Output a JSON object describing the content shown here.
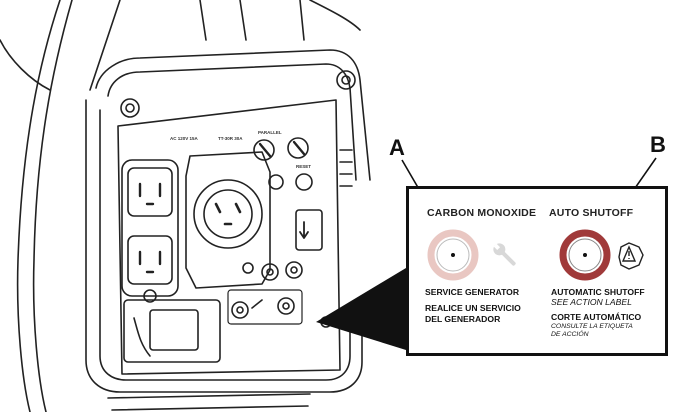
{
  "callouts": {
    "a": "A",
    "b": "B"
  },
  "panel_labels": {
    "left_outlet": "AC 120V 15A",
    "twist_lock": "TT-30R 30A",
    "parallel": "PARALLEL",
    "reset": "RESET"
  },
  "inset": {
    "title_left": "CARBON MONOXIDE",
    "title_right": "AUTO SHUTOFF",
    "service_en": "SERVICE GENERATOR",
    "service_es_1": "REALICE UN SERVICIO",
    "service_es_2": "DEL GENERADOR",
    "shutoff_en": "AUTOMATIC SHUTOFF",
    "shutoff_see": "SEE ACTION LABEL",
    "shutoff_es": "CORTE AUTOMÁTICO",
    "shutoff_es_sub_1": "CONSULTE LA ETIQUETA",
    "shutoff_es_sub_2": "DE ACCIÓN"
  },
  "colors": {
    "ring_a": "#e9c7c2",
    "ring_b": "#a03a3a",
    "ink": "#111111"
  }
}
